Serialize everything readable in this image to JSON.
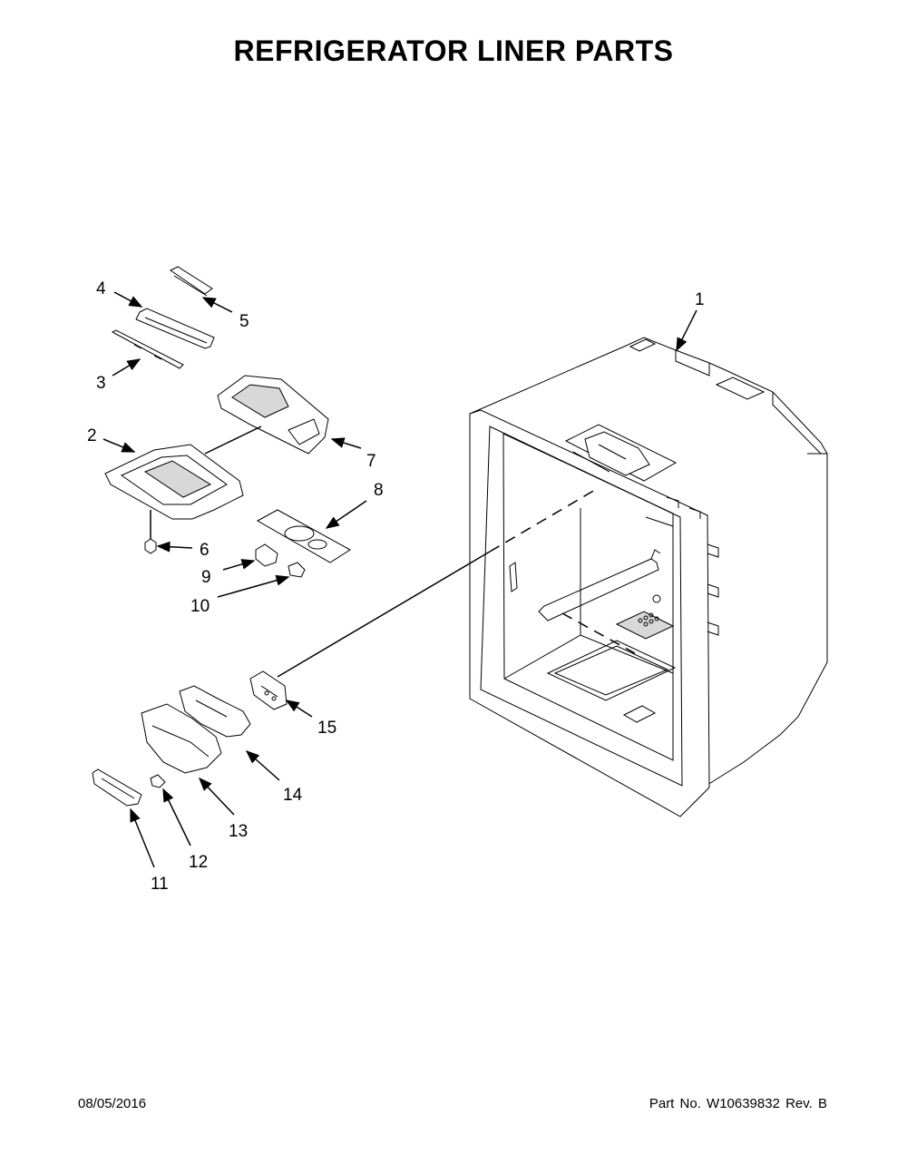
{
  "page": {
    "title": "REFRIGERATOR LINER PARTS",
    "date": "08/05/2016",
    "part_number": "Part No.  W10639832  Rev. B"
  },
  "callouts": [
    {
      "id": "1",
      "label": "1"
    },
    {
      "id": "2",
      "label": "2"
    },
    {
      "id": "3",
      "label": "3"
    },
    {
      "id": "4",
      "label": "4"
    },
    {
      "id": "5",
      "label": "5"
    },
    {
      "id": "6",
      "label": "6"
    },
    {
      "id": "7",
      "label": "7"
    },
    {
      "id": "8",
      "label": "8"
    },
    {
      "id": "9",
      "label": "9"
    },
    {
      "id": "10",
      "label": "10"
    },
    {
      "id": "11",
      "label": "11"
    },
    {
      "id": "12",
      "label": "12"
    },
    {
      "id": "13",
      "label": "13"
    },
    {
      "id": "14",
      "label": "14"
    },
    {
      "id": "15",
      "label": "15"
    }
  ]
}
